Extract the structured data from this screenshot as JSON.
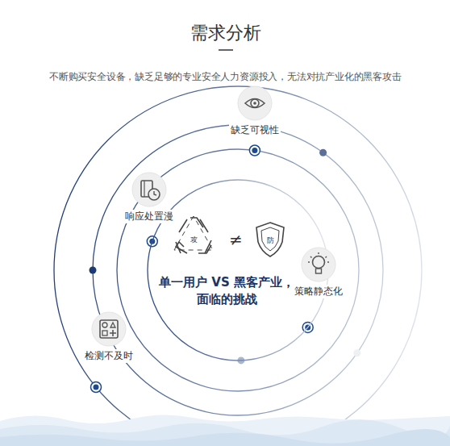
{
  "diagram": {
    "title": "需求分析",
    "nodes": [
      {
        "text": [
          "单一用户 VS 黑客产业， 面临的挑战"
        ]
      },
      {
        "text": [
          "缺乏可视性"
        ]
      },
      {
        "text": [
          "响应处置漫"
        ]
      },
      {
        "text": [
          "策略静态化"
        ]
      },
      {
        "text": [
          "检测不及时"
        ]
      }
    ],
    "labels": [
      "不断购买安全设备，缺乏足够的专业安全人力资源投入，无法对抗产业化的黑客攻击",
      "≠",
      "攻",
      "防"
    ]
  }
}
